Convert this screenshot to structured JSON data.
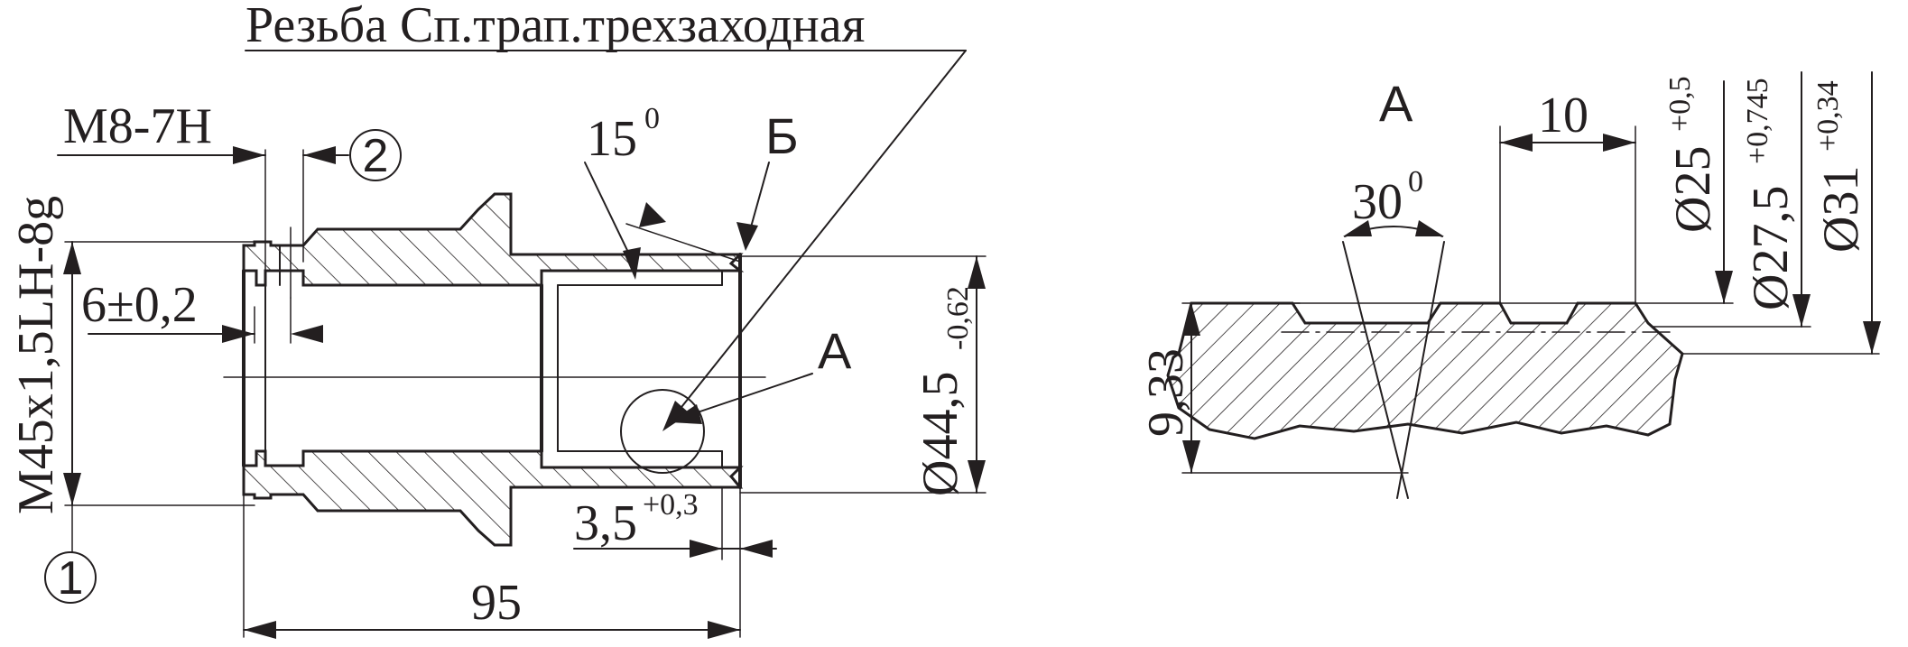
{
  "labels": {
    "title": "Резьба Сп.трап.трехзаходная",
    "thread_internal": "М8-7Н",
    "callout_2": "2",
    "callout_1": "1",
    "thread_main": "М45х1,5LH-8g",
    "dim_6": "6±0,2",
    "angle_15": "15",
    "angle_15_sup": "0",
    "view_b": "Б",
    "view_a_marker": "А",
    "dim_d44": "Ø44,5",
    "dim_d44_tol": "-0,62",
    "dim_35": "3,5",
    "dim_35_tol": "+0,3",
    "dim_95": "95",
    "view_a_title": "А",
    "dim_10": "10",
    "angle_30": "30",
    "angle_30_sup": "0",
    "dim_d25": "Ø25",
    "dim_d25_tol": "+0,5",
    "dim_d275": "Ø27,5",
    "dim_d275_tol": "+0,745",
    "dim_d31": "Ø31",
    "dim_d31_tol": "+0,34",
    "dim_933": "9,33"
  }
}
